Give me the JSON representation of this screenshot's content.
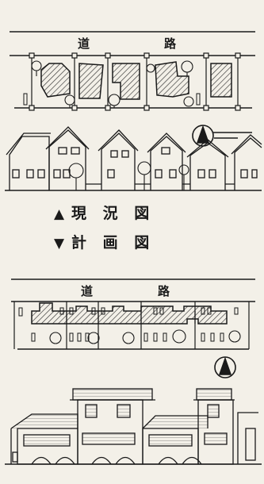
{
  "existing_plan": {
    "road_label_1": "道",
    "road_label_2": "路",
    "north_symbol": "north-arrow-icon"
  },
  "legend": {
    "current_marker": "▲",
    "current_label": "現 況 図",
    "planned_marker": "▼",
    "planned_label": "計 画 図"
  },
  "planned_plan": {
    "road_label_1": "道",
    "road_label_2": "路",
    "north_symbol": "north-arrow-icon"
  },
  "colors": {
    "paper": "#f3f0e8",
    "ink": "#1a1a1a",
    "hatch": "#333333"
  }
}
